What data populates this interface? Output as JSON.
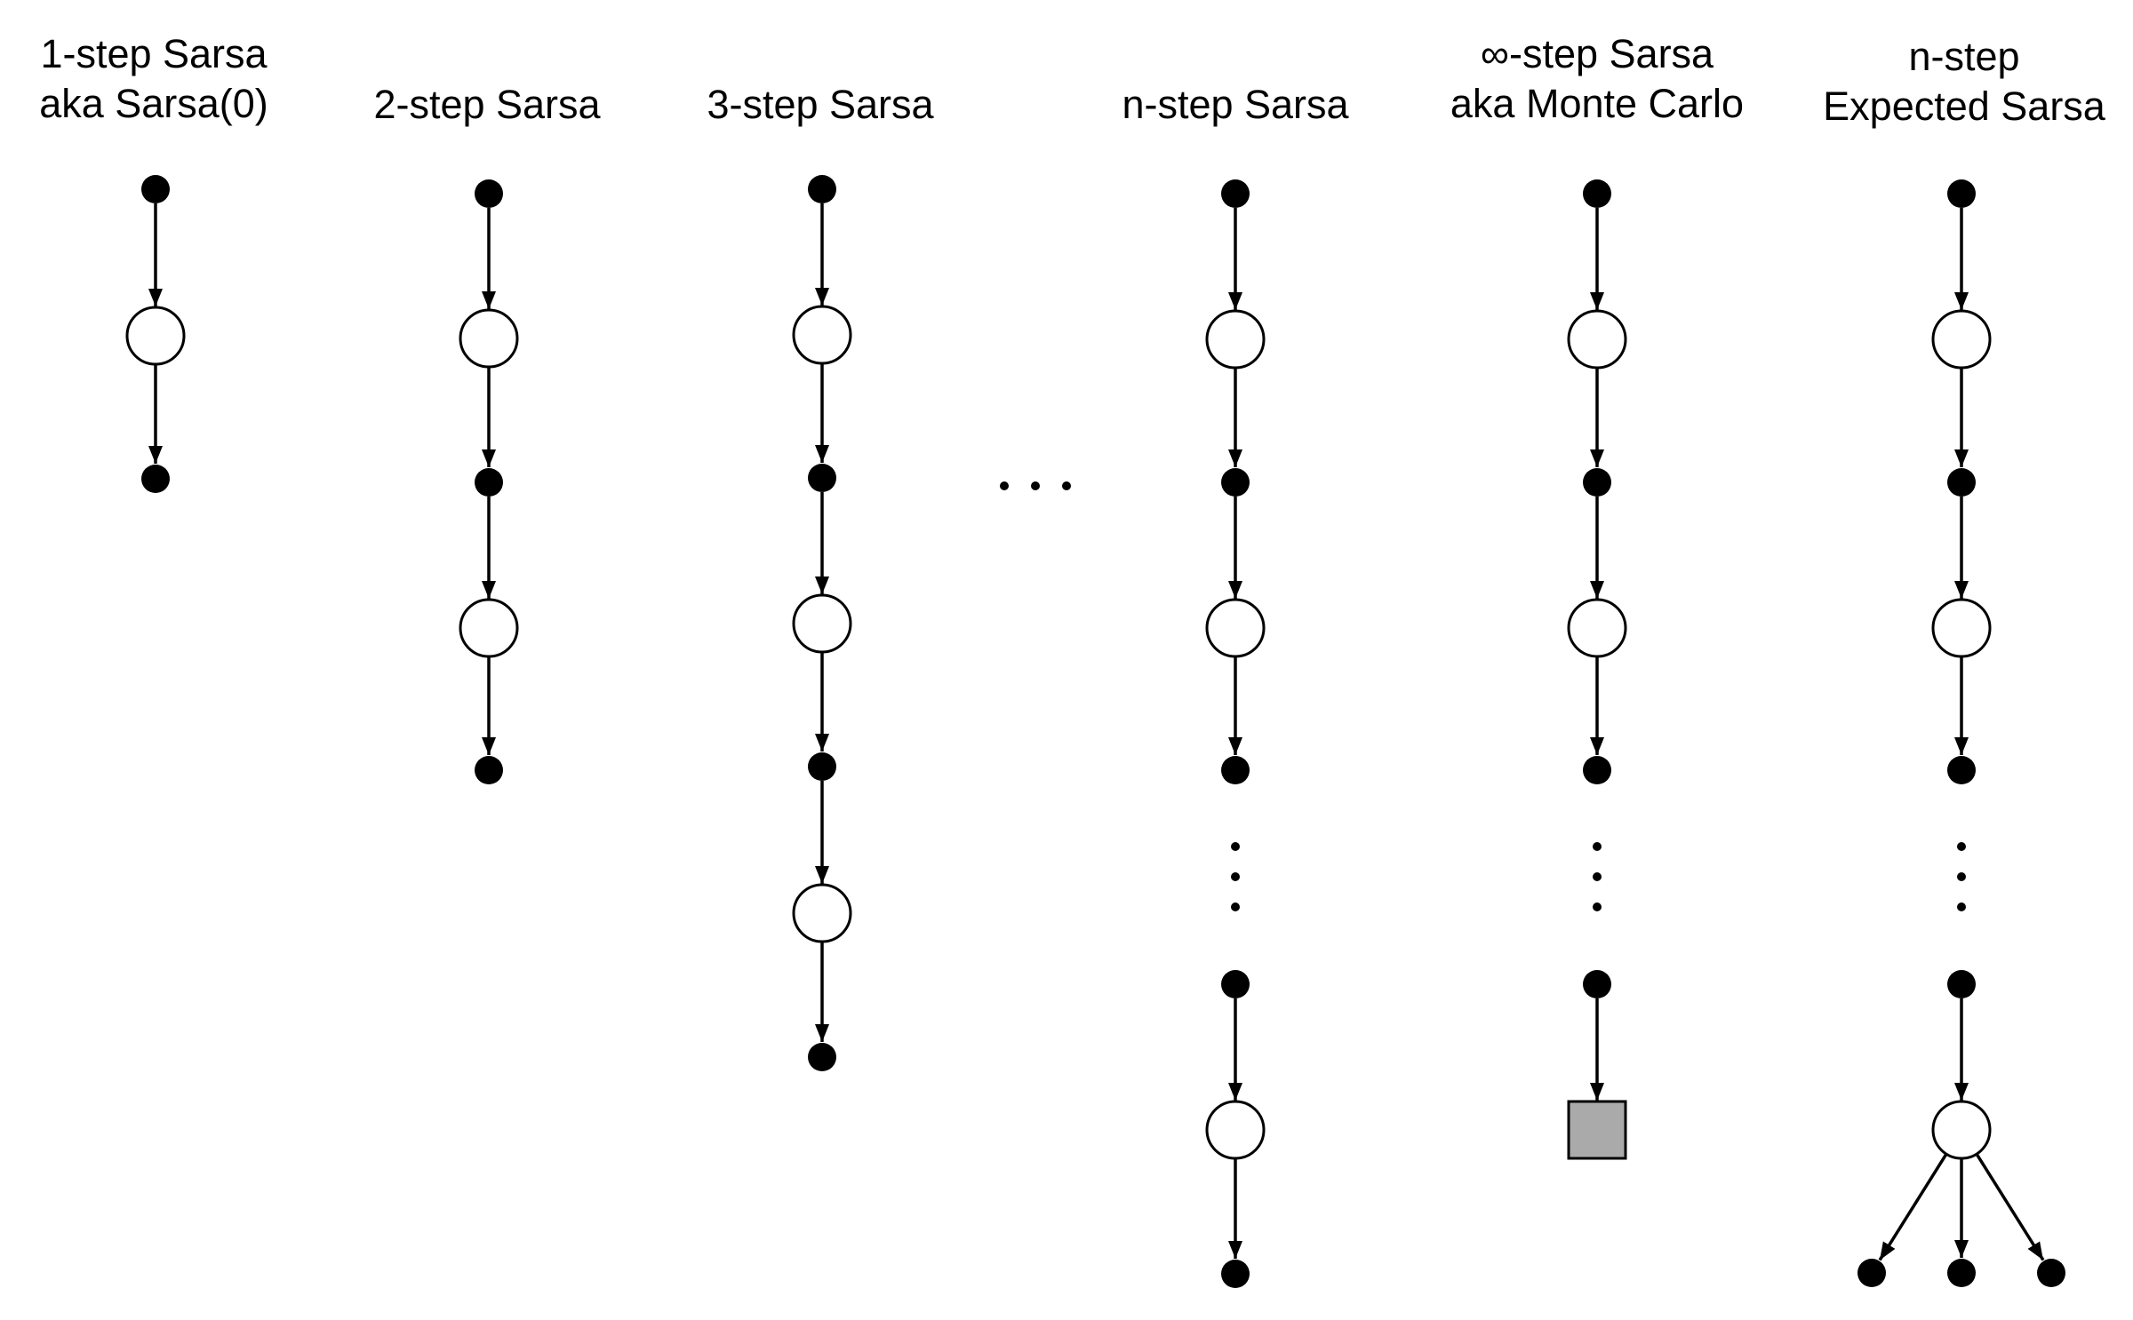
{
  "colors": {
    "node_fill": "#000000",
    "state_fill": "#ffffff",
    "terminal_fill": "#aaaaaa",
    "stroke": "#000000"
  },
  "columns": [
    {
      "id": "sarsa-1",
      "title_lines": [
        "1-step Sarsa",
        "aka Sarsa(0)"
      ]
    },
    {
      "id": "sarsa-2",
      "title_lines": [
        "2-step Sarsa"
      ]
    },
    {
      "id": "sarsa-3",
      "title_lines": [
        "3-step Sarsa"
      ]
    },
    {
      "id": "sarsa-n",
      "title_lines": [
        "n-step Sarsa"
      ]
    },
    {
      "id": "sarsa-inf",
      "title_lines": [
        "∞-step Sarsa",
        "aka Monte Carlo"
      ]
    },
    {
      "id": "expected-sarsa-n",
      "title_lines": [
        "n-step",
        "Expected Sarsa"
      ]
    }
  ]
}
